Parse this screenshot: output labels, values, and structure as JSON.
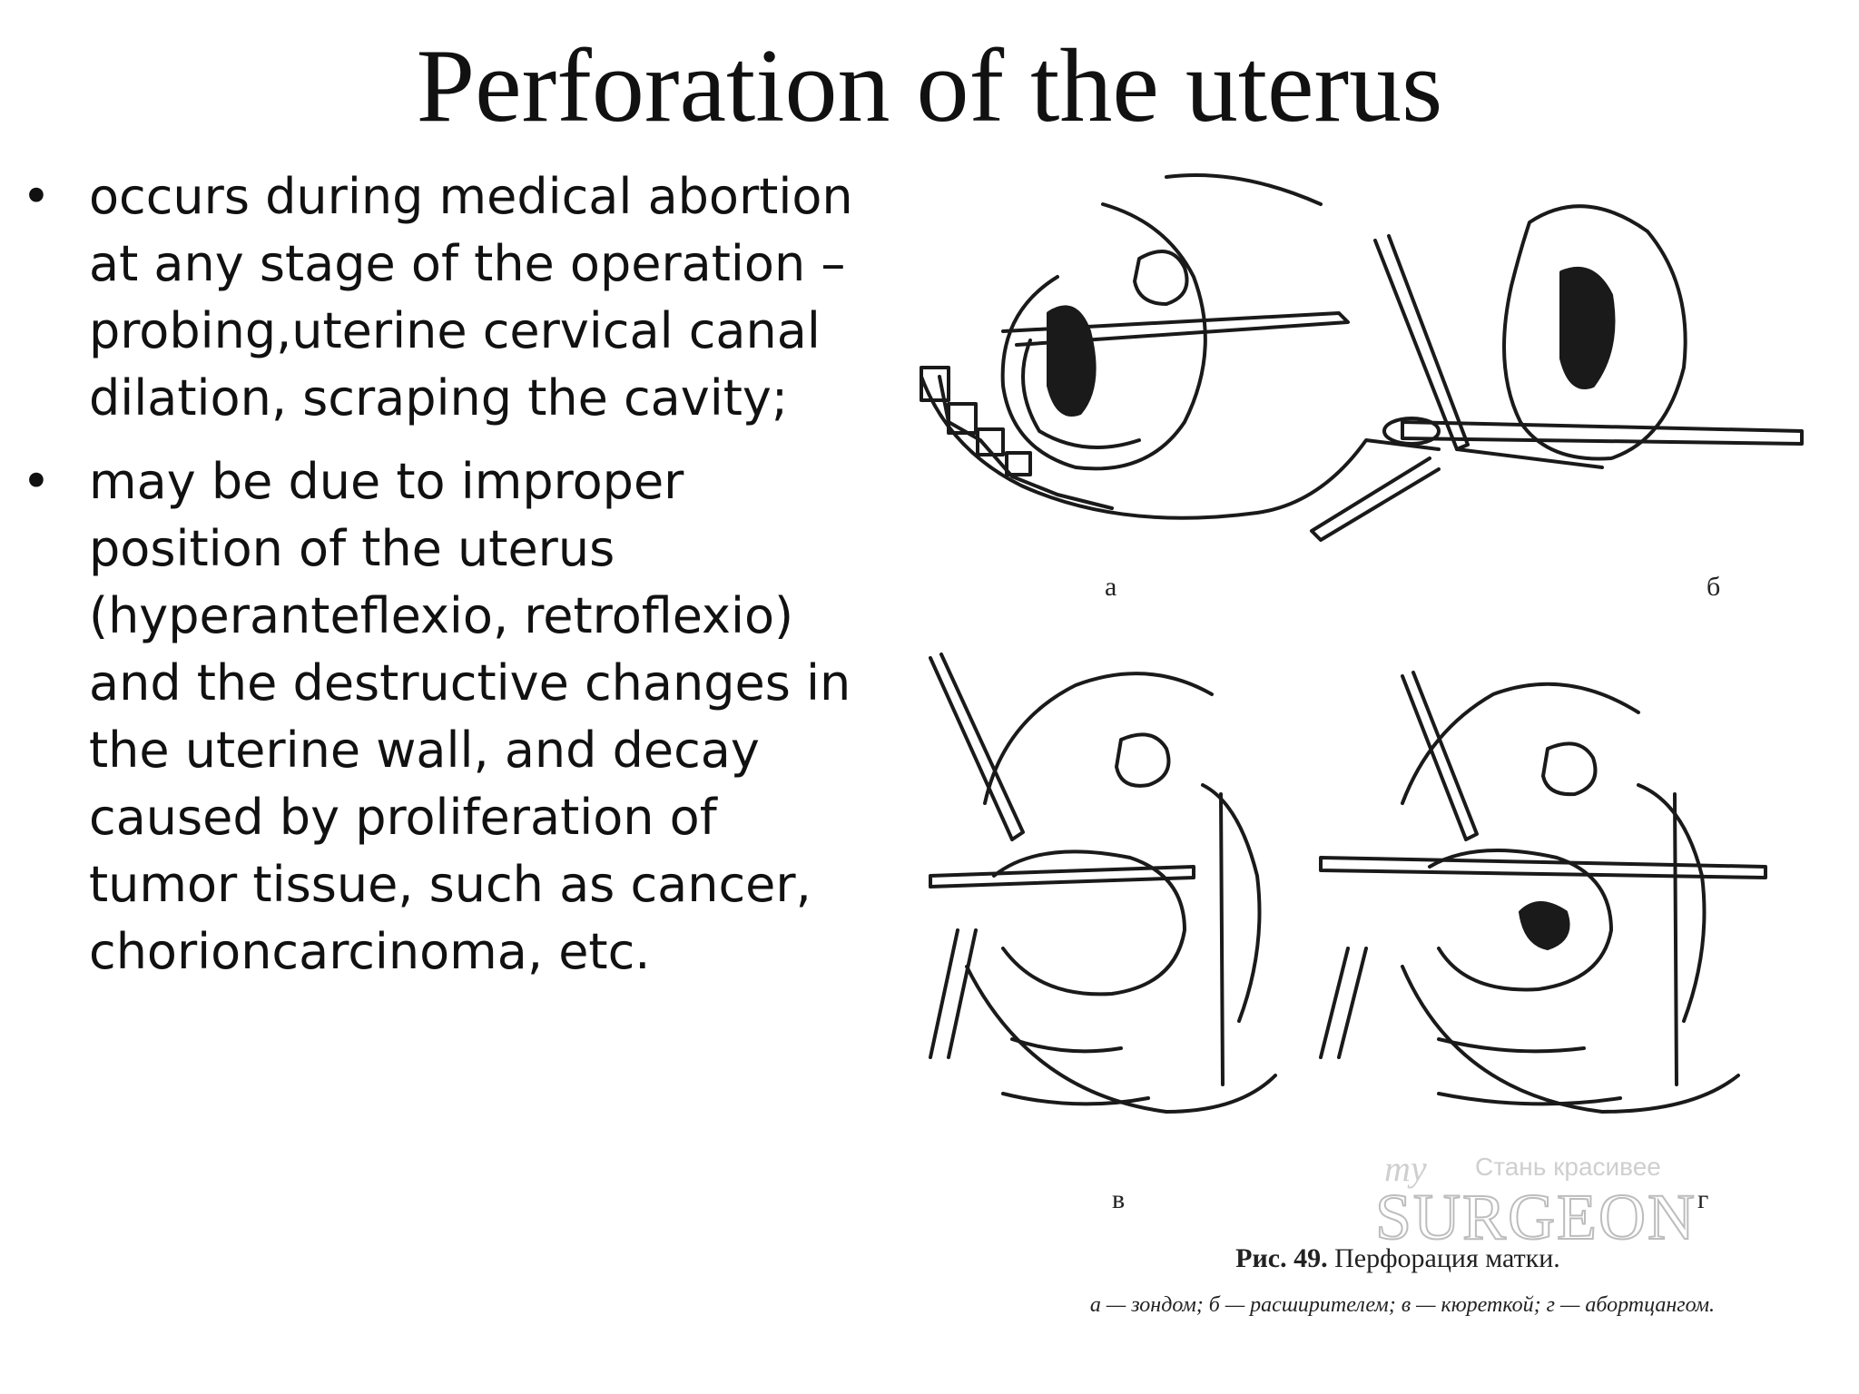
{
  "slide": {
    "title": "Perforation of the uterus",
    "bullet_char": "•",
    "bullets": [
      "occurs during medical abortion at any stage of the operation – probing,uterine cervical canal dilation, scraping the cavity;",
      "may be due to improper position of the uterus (hyperanteflexio, retroflexio) and the destructive changes in the uterine wall, and decay caused by proliferation of tumor tissue, such as cancer, chorioncarcinoma, etc."
    ]
  },
  "figure": {
    "panel_labels": [
      "а",
      "б",
      "в",
      "г"
    ],
    "caption_prefix": "Рис. 49.",
    "caption_title": "Перфорация матки.",
    "caption_detail": "а — зондом; б — расширителем; в — кюреткой; г — абортцангом."
  },
  "watermark": {
    "script_text": "my",
    "tagline": "Стань красивее",
    "brand": "SURGEON"
  }
}
